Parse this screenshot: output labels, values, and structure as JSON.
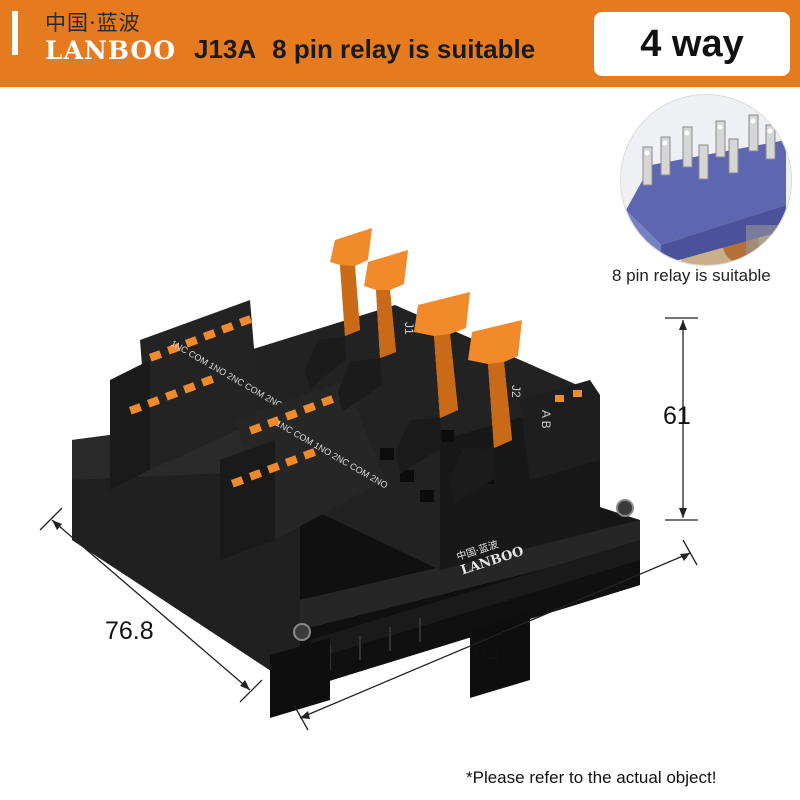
{
  "brand": {
    "chinese_name": "中国·蓝波",
    "latin_name": "LANBOO"
  },
  "header": {
    "model": "J13A",
    "tagline": "8 pin relay is suitable",
    "way_badge": "4 way"
  },
  "relay_inset": {
    "caption": "8 pin relay is suitable"
  },
  "product": {
    "label_ab": "A B",
    "label_j1": "J1",
    "label_j2": "J2",
    "terminal_labels_left": "1NC COM 1NO 2NC COM 2NO",
    "terminal_labels_right": "1NC COM 1NO 2NC COM 2NO",
    "base_logo_cn": "中国·蓝波",
    "base_logo_en": "LANBOO"
  },
  "dimensions": {
    "height": "61",
    "depth": "76.8",
    "width": "94"
  },
  "footnote": "*Please refer to the actual object!",
  "colors": {
    "banner": "#e57a1f",
    "latch": "#f08a2a",
    "housing": "#1d1d1d"
  }
}
